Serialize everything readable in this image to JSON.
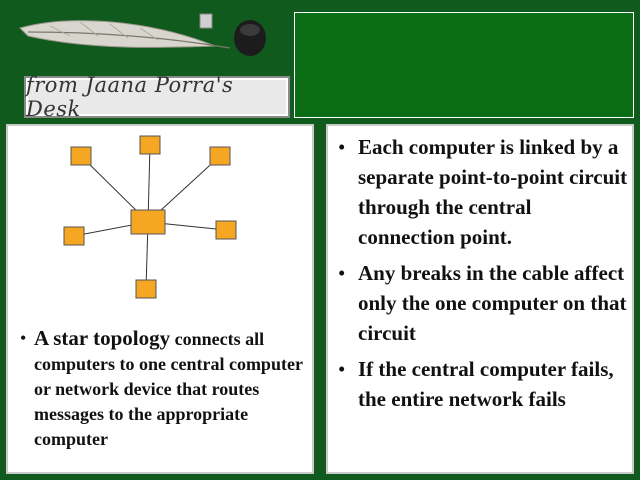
{
  "header": {
    "brand_text": "from Jaana Porra's Desk",
    "bullet_glyph": "•"
  },
  "diagram": {
    "name": "star topology",
    "node_color": "#f5a623",
    "hub": "central connection point",
    "nodes": [
      "computer",
      "computer",
      "computer",
      "computer",
      "computer",
      "computer"
    ]
  },
  "left_caption": {
    "lead": "A star topology",
    "rest": " connects all computers to one central computer or network device that routes messages to the appropriate computer"
  },
  "right_bullets": [
    "Each computer is linked by a separate point-to-point circuit through the central connection point.",
    "Any breaks in the cable affect only the one computer on that circuit",
    "If the central computer fails, the entire network fails"
  ]
}
